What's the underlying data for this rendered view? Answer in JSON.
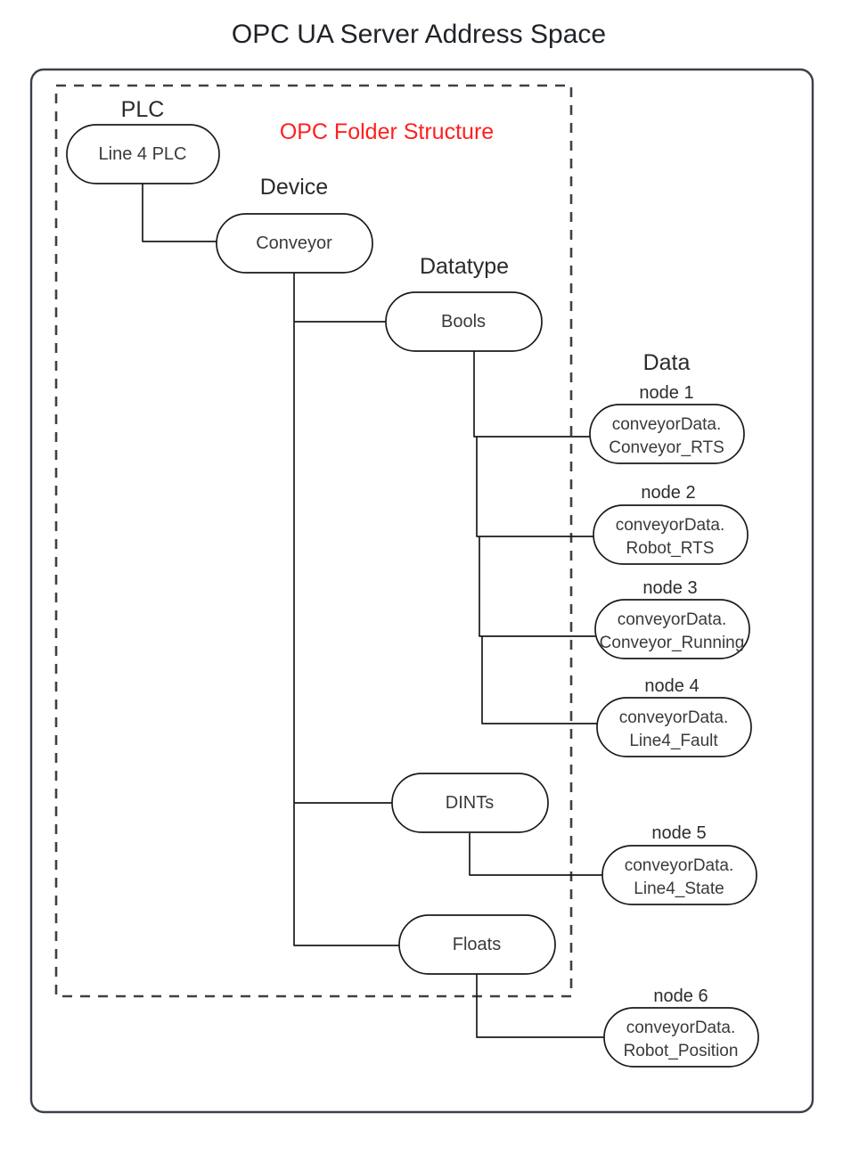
{
  "title": "OPC UA Server Address Space",
  "folder_structure_label": "OPC Folder Structure",
  "colors": {
    "accent_red": "#ff2020",
    "frame": "#3b414b",
    "node_stroke": "#1a1a1a",
    "text": "#3a3a3a",
    "background": "#ffffff"
  },
  "group_labels": {
    "plc": "PLC",
    "device": "Device",
    "datatype": "Datatype",
    "data": "Data"
  },
  "nodes": {
    "plc": {
      "label": "Line 4 PLC"
    },
    "device": {
      "label": "Conveyor"
    },
    "datatypes": [
      {
        "label": "Bools"
      },
      {
        "label": "DINTs"
      },
      {
        "label": "Floats"
      }
    ],
    "data_nodes": [
      {
        "caption": "node 1",
        "line1": "conveyorData.",
        "line2": "Conveyor_RTS"
      },
      {
        "caption": "node 2",
        "line1": "conveyorData.",
        "line2": "Robot_RTS"
      },
      {
        "caption": "node 3",
        "line1": "conveyorData.",
        "line2": "Conveyor_Running"
      },
      {
        "caption": "node 4",
        "line1": "conveyorData.",
        "line2": "Line4_Fault"
      },
      {
        "caption": "node 5",
        "line1": "conveyorData.",
        "line2": "Line4_State"
      },
      {
        "caption": "node 6",
        "line1": "conveyorData.",
        "line2": "Robot_Position"
      }
    ]
  }
}
